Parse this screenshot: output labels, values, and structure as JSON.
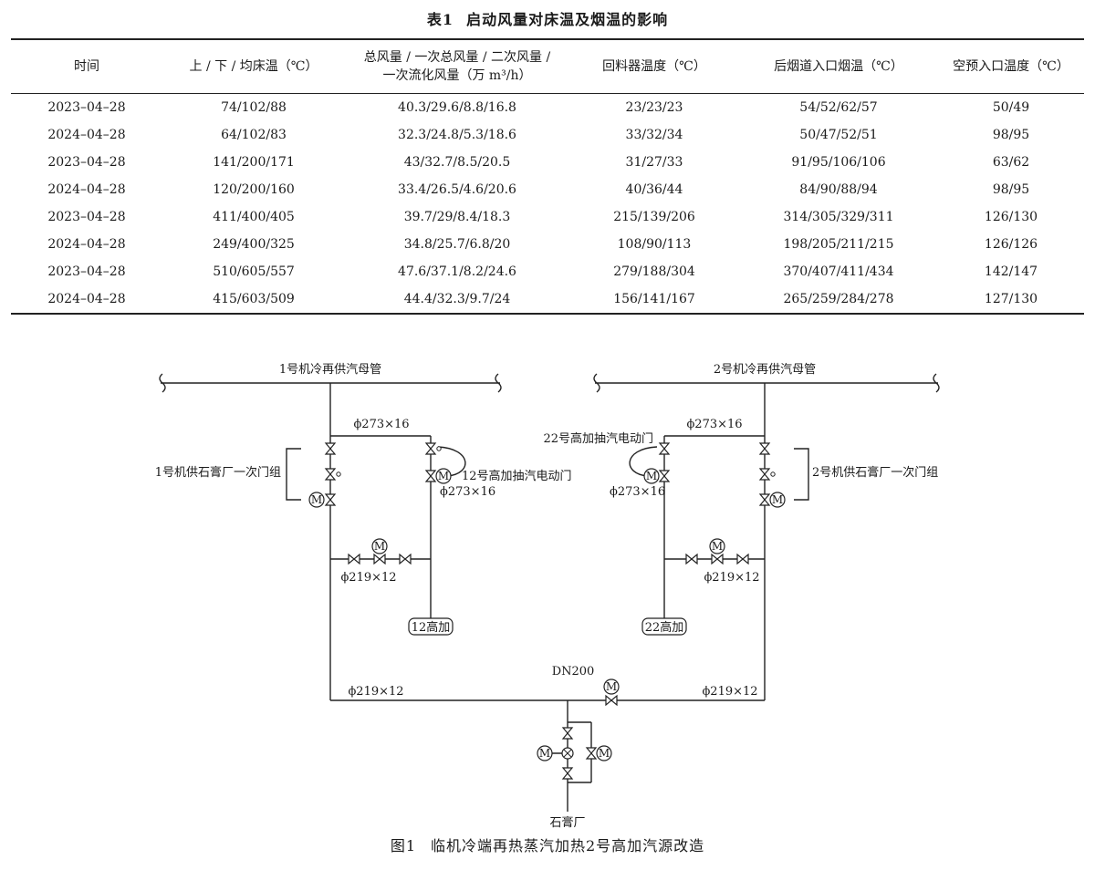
{
  "table": {
    "caption_num": "表1",
    "caption_text": "启动风量对床温及烟温的影响",
    "headers": [
      "时间",
      "上 / 下 / 均床温（℃）",
      "总风量 / 一次总风量 / 二次风量 /\n一次流化风量（万 m³/h）",
      "回料器温度（℃）",
      "后烟道入口烟温（℃）",
      "空预入口温度（℃）"
    ],
    "rows": [
      [
        "2023–04–28",
        "74/102/88",
        "40.3/29.6/8.8/16.8",
        "23/23/23",
        "54/52/62/57",
        "50/49"
      ],
      [
        "2024–04–28",
        "64/102/83",
        "32.3/24.8/5.3/18.6",
        "33/32/34",
        "50/47/52/51",
        "98/95"
      ],
      [
        "2023–04–28",
        "141/200/171",
        "43/32.7/8.5/20.5",
        "31/27/33",
        "91/95/106/106",
        "63/62"
      ],
      [
        "2024–04–28",
        "120/200/160",
        "33.4/26.5/4.6/20.6",
        "40/36/44",
        "84/90/88/94",
        "98/95"
      ],
      [
        "2023–04–28",
        "411/400/405",
        "39.7/29/8.4/18.3",
        "215/139/206",
        "314/305/329/311",
        "126/130"
      ],
      [
        "2024–04–28",
        "249/400/325",
        "34.8/25.7/6.8/20",
        "108/90/113",
        "198/205/211/215",
        "126/126"
      ],
      [
        "2023–04–28",
        "510/605/557",
        "47.6/37.1/8.2/24.6",
        "279/188/304",
        "370/407/411/434",
        "142/147"
      ],
      [
        "2024–04–28",
        "415/603/509",
        "44.4/32.3/9.7/24",
        "156/141/167",
        "265/259/284/278",
        "127/130"
      ]
    ]
  },
  "diagram": {
    "left_header": "1号机冷再供汽母管",
    "right_header": "2号机冷再供汽母管",
    "pipe_273_top_left": "ϕ273×16",
    "pipe_273_top_right": "ϕ273×16",
    "pipe_273_mid_left": "ϕ273×16",
    "pipe_273_mid_right": "ϕ273×16",
    "pipe_219_mid_left": "ϕ219×12",
    "pipe_219_mid_right": "ϕ219×12",
    "pipe_219_bottom_left": "ϕ219×12",
    "pipe_219_bottom_right": "ϕ219×12",
    "left_valve_group": "1号机供石膏厂一次门组",
    "right_valve_group": "2号机供石膏厂一次门组",
    "valve_12": "12号高加抽汽电动门",
    "valve_22": "22号高加抽汽电动门",
    "heater_12": "12高加",
    "heater_22": "22高加",
    "dn200": "DN200",
    "plant": "石膏厂",
    "motor": "M"
  },
  "figure": {
    "caption_num": "图1",
    "caption_text": "临机冷端再热蒸汽加热2号高加汽源改造"
  }
}
